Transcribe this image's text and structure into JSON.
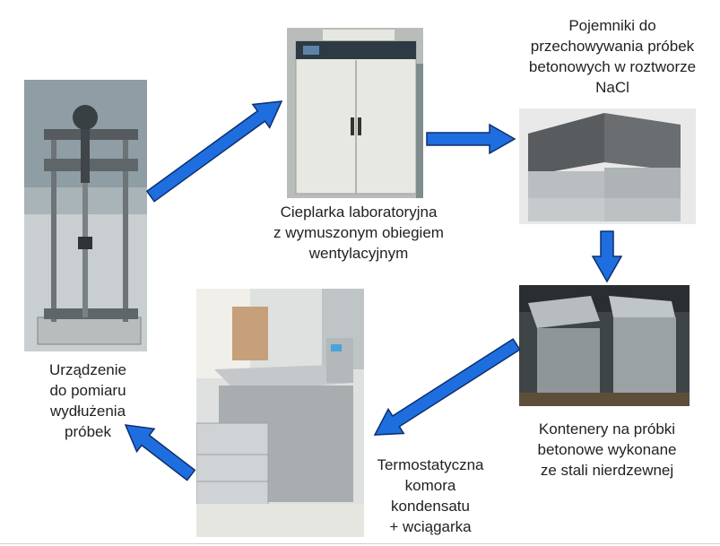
{
  "steps": [
    {
      "id": "lab-dryer",
      "caption": [
        "Cieplarka laboratoryjna",
        "z wymuszonym obiegiem",
        "wentylacyjnym"
      ]
    },
    {
      "id": "containers-nacl",
      "caption": [
        "Pojemniki do",
        "przechowywania próbek",
        "betonowych w roztworze",
        "NaCl"
      ]
    },
    {
      "id": "steel-containers",
      "caption": [
        "Kontenery na próbki",
        "betonowe wykonane",
        "ze stali nierdzewnej"
      ]
    },
    {
      "id": "thermostatic-chamber",
      "caption": [
        "Termostatyczna",
        "komora",
        "kondensatu",
        "+ wciągarka"
      ]
    },
    {
      "id": "elongation-device",
      "caption": [
        "Urządzenie",
        "do pomiaru",
        "wydłużenia",
        "próbek"
      ]
    }
  ],
  "colors": {
    "arrow_fill": "#1f6ee0",
    "arrow_stroke": "#0d2f6b"
  }
}
